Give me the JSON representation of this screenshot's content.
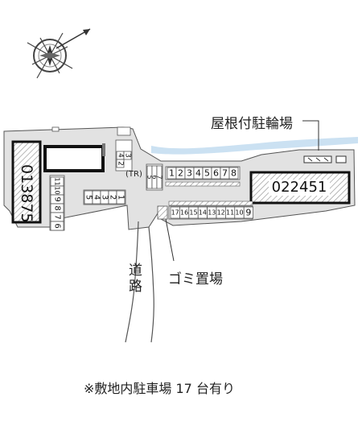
{
  "labels": {
    "bicycle_shed": "屋根付駐輪場",
    "garbage": "ゴミ置場",
    "road": "道路",
    "tr": "(TR)"
  },
  "buildings": {
    "left": "013875",
    "right": "022451"
  },
  "parking": {
    "row_top": [
      "1",
      "2",
      "3",
      "4",
      "5",
      "6",
      "7",
      "8"
    ],
    "row_bottom": [
      "17",
      "16",
      "15",
      "14",
      "13",
      "12",
      "11",
      "10",
      "9"
    ],
    "left_column": [
      "11",
      "10",
      "9",
      "8",
      "7",
      "6"
    ],
    "middle_row": [
      "5",
      "4",
      "3",
      "2",
      "1"
    ],
    "center_column": [
      "4",
      "3",
      "2"
    ],
    "pair_column": [
      "5",
      "6",
      "7"
    ]
  },
  "note": "※敷地内駐車場 17 台有り"
}
